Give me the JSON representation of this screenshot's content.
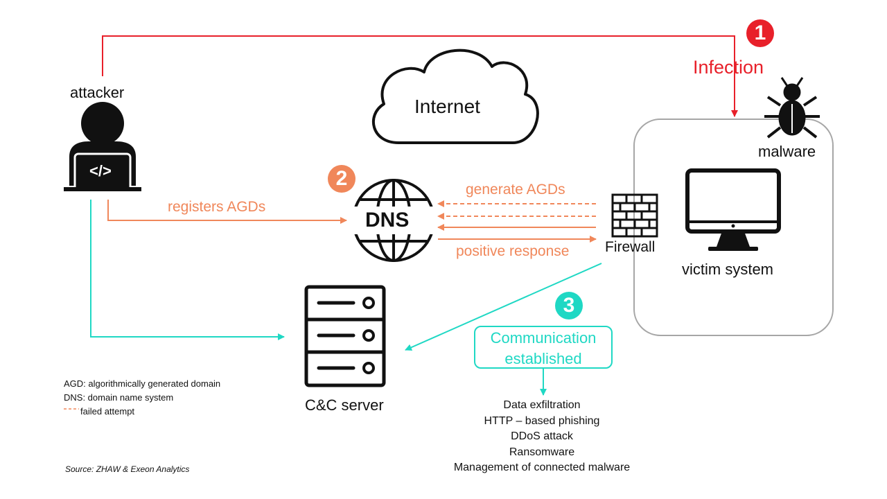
{
  "labels": {
    "attacker": "attacker",
    "internet": "Internet",
    "infection": "Infection",
    "malware": "malware",
    "firewall": "Firewall",
    "victim_system": "victim system",
    "registers_agds": "registers AGDs",
    "generate_agds": "generate AGDs",
    "positive_response": "positive response",
    "cc_server": "C&C server",
    "dns": "DNS",
    "code_glyph": "</>"
  },
  "badges": [
    {
      "number": "1",
      "color": "#e8202a"
    },
    {
      "number": "2",
      "color": "#f0875a"
    },
    {
      "number": "3",
      "color": "#1fd8c4"
    }
  ],
  "communication": {
    "line1": "Communication",
    "line2": "established"
  },
  "uses": [
    "Data exfiltration",
    "HTTP – based phishing",
    "DDoS attack",
    "Ransomware",
    "Management of connected malware"
  ],
  "legend": {
    "agd": "AGD: algorithmically generated domain",
    "dns": "DNS: domain name system",
    "failed": "failed attempt"
  },
  "source": "Source: ZHAW & Exeon Analytics",
  "colors": {
    "red": "#e8202a",
    "orange": "#f0875a",
    "teal": "#1fd8c4",
    "gray": "#a6a6a6",
    "dark": "#111111"
  },
  "icons": [
    "attacker-icon",
    "cloud-icon",
    "bug-icon",
    "dns-globe-icon",
    "firewall-icon",
    "monitor-icon",
    "server-icon"
  ]
}
